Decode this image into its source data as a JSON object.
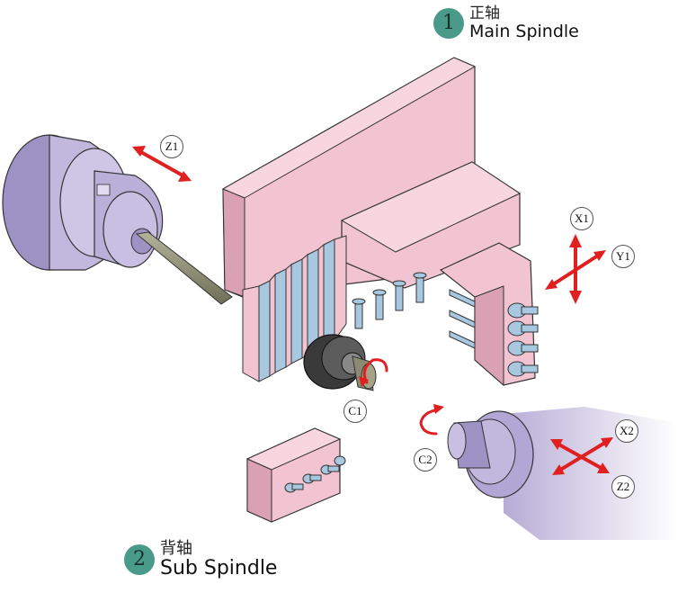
{
  "spindles": {
    "main": {
      "number": "1",
      "label_cn": "正轴",
      "label_en": "Main Spindle"
    },
    "sub": {
      "number": "2",
      "label_cn": "背轴",
      "label_en": "Sub Spindle"
    }
  },
  "axes": {
    "z1": "Z1",
    "x1": "X1",
    "y1": "Y1",
    "c1": "C1",
    "c2": "C2",
    "x2": "X2",
    "z2": "Z2"
  },
  "colors": {
    "tool_post": "#f2c4d2",
    "tool_post_dark": "#d9a1b3",
    "spindle_body": "#c2b8de",
    "spindle_dark": "#8f84b3",
    "tool_holder": "#a8c8e0",
    "motion_arrow": "#e02020",
    "badge": "#4a9a8a"
  }
}
